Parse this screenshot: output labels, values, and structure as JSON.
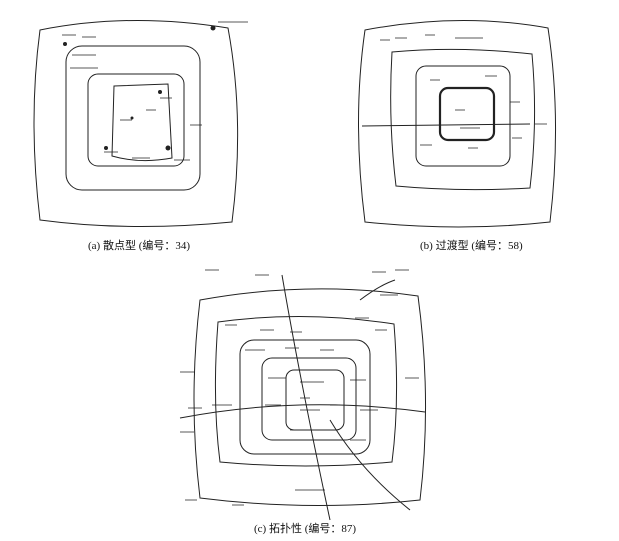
{
  "figures": [
    {
      "caption": "(a) 散点型 (编号：34)",
      "kind": "scatter-type sketch map"
    },
    {
      "caption": "(b) 过渡型 (编号：58)",
      "kind": "transition-type sketch map"
    },
    {
      "caption": "(c) 拓扑性 (编号：87)",
      "kind": "topological sketch map"
    }
  ],
  "colors": {
    "ink": "#222222",
    "background": "#ffffff"
  }
}
